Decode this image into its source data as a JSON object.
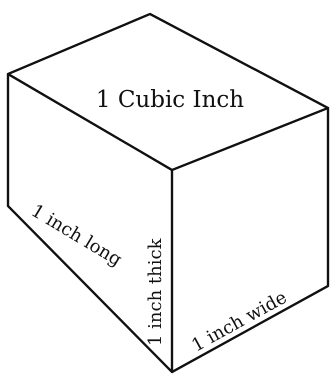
{
  "labels": {
    "top": "1 Cubic Inch",
    "long": "1 inch long",
    "thick": "1 inch thick",
    "wide": "1 inch wide"
  },
  "colors": {
    "line": "#111111",
    "shade": "#6f6f6f",
    "paper": "#ffffff"
  }
}
